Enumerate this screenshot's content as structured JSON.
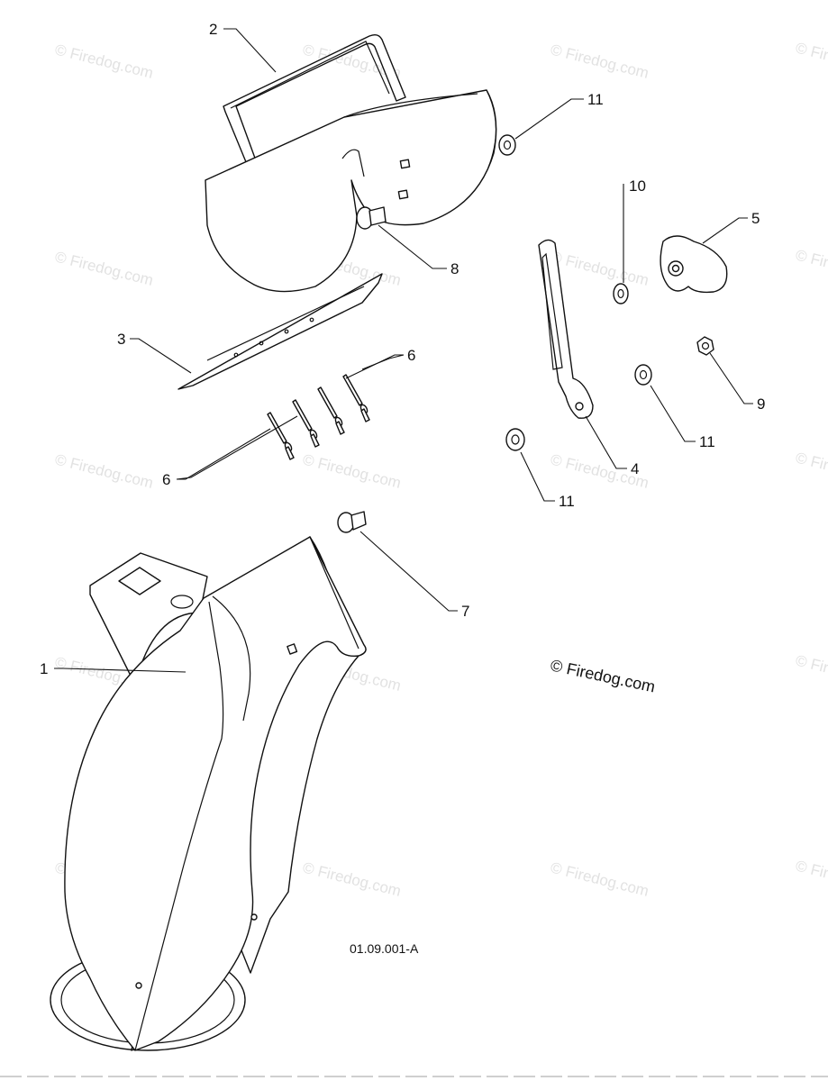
{
  "diagram": {
    "watermark_text": "© Firedog.com",
    "copyright_text": "© Firedog.com",
    "drawing_code": "01.09.001-A",
    "callouts": [
      {
        "id": "c2",
        "text": "2"
      },
      {
        "id": "c11a",
        "text": "11"
      },
      {
        "id": "c10",
        "text": "10"
      },
      {
        "id": "c5",
        "text": "5"
      },
      {
        "id": "c8",
        "text": "8"
      },
      {
        "id": "c3",
        "text": "3"
      },
      {
        "id": "c6a",
        "text": "6"
      },
      {
        "id": "c9",
        "text": "9"
      },
      {
        "id": "c11b",
        "text": "11"
      },
      {
        "id": "c4",
        "text": "4"
      },
      {
        "id": "c6b",
        "text": "6"
      },
      {
        "id": "c11c",
        "text": "11"
      },
      {
        "id": "c7",
        "text": "7"
      },
      {
        "id": "c1",
        "text": "1"
      }
    ]
  }
}
